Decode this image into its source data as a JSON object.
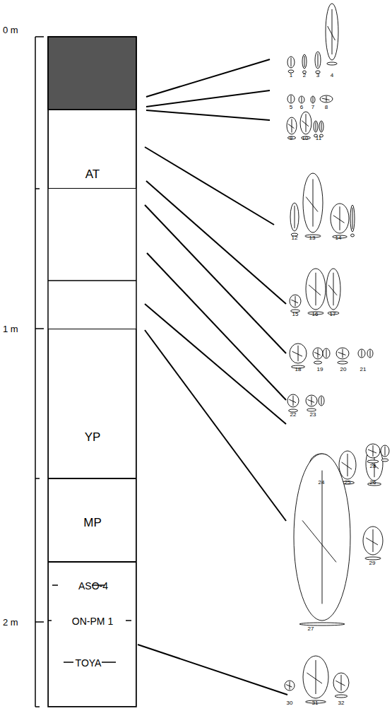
{
  "diagram": {
    "nodes": [
      {
        "text": [
          "AT"
        ]
      },
      {
        "text": [
          "YP"
        ]
      },
      {
        "text": [
          "MP"
        ]
      },
      {
        "text": [
          "ASO-4",
          "ON-PM 1",
          "TOYA"
        ]
      }
    ],
    "labels": [
      "0 m",
      "1 m",
      "2 m",
      "1",
      "2",
      "3",
      "4",
      "5",
      "6",
      "7",
      "8",
      "9",
      "10",
      "11",
      "12",
      "13",
      "14",
      "15",
      "16",
      "17",
      "18",
      "19",
      "20",
      "21",
      "22",
      "23",
      "24",
      "25",
      "26",
      "27",
      "28",
      "29",
      "30",
      "31",
      "32"
    ]
  }
}
